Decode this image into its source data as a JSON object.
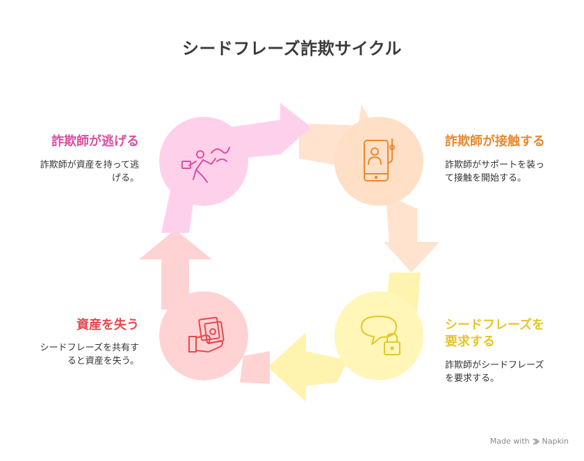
{
  "title": "シードフレーズ詐欺サイクル",
  "steps": [
    {
      "title": "詐欺師が接触する",
      "desc_lines": [
        "詐欺師がサポートを装っ",
        "て接触を開始する。"
      ],
      "color": "#E8892F",
      "circle": "#FFDFC6",
      "icon": "phone-fishing-icon"
    },
    {
      "title_lines": [
        "シードフレーズを",
        "要求する"
      ],
      "desc_lines": [
        "詐欺師がシードフレーズ",
        "を要求する。"
      ],
      "color": "#E6C52A",
      "circle": "#FFF6B8",
      "icon": "chat-lock-icon"
    },
    {
      "title": "資産を失う",
      "desc_lines": [
        "シードフレーズを共有す",
        "ると資産を失う。"
      ],
      "color": "#E5484D",
      "circle": "#FFD3D3",
      "icon": "hand-money-icon"
    },
    {
      "title": "詐欺師が逃げる",
      "desc_lines": [
        "詐欺師が資産を持って逃",
        "げる。"
      ],
      "color": "#D94FA0",
      "circle": "#FFD0EA",
      "icon": "running-thief-icon"
    }
  ],
  "arrow_colors": [
    "#FFE3CF",
    "#FFF3B0",
    "#FFD3D3",
    "#FFD0EC"
  ],
  "brand": {
    "prefix": "Made with",
    "name": "Napkin"
  }
}
